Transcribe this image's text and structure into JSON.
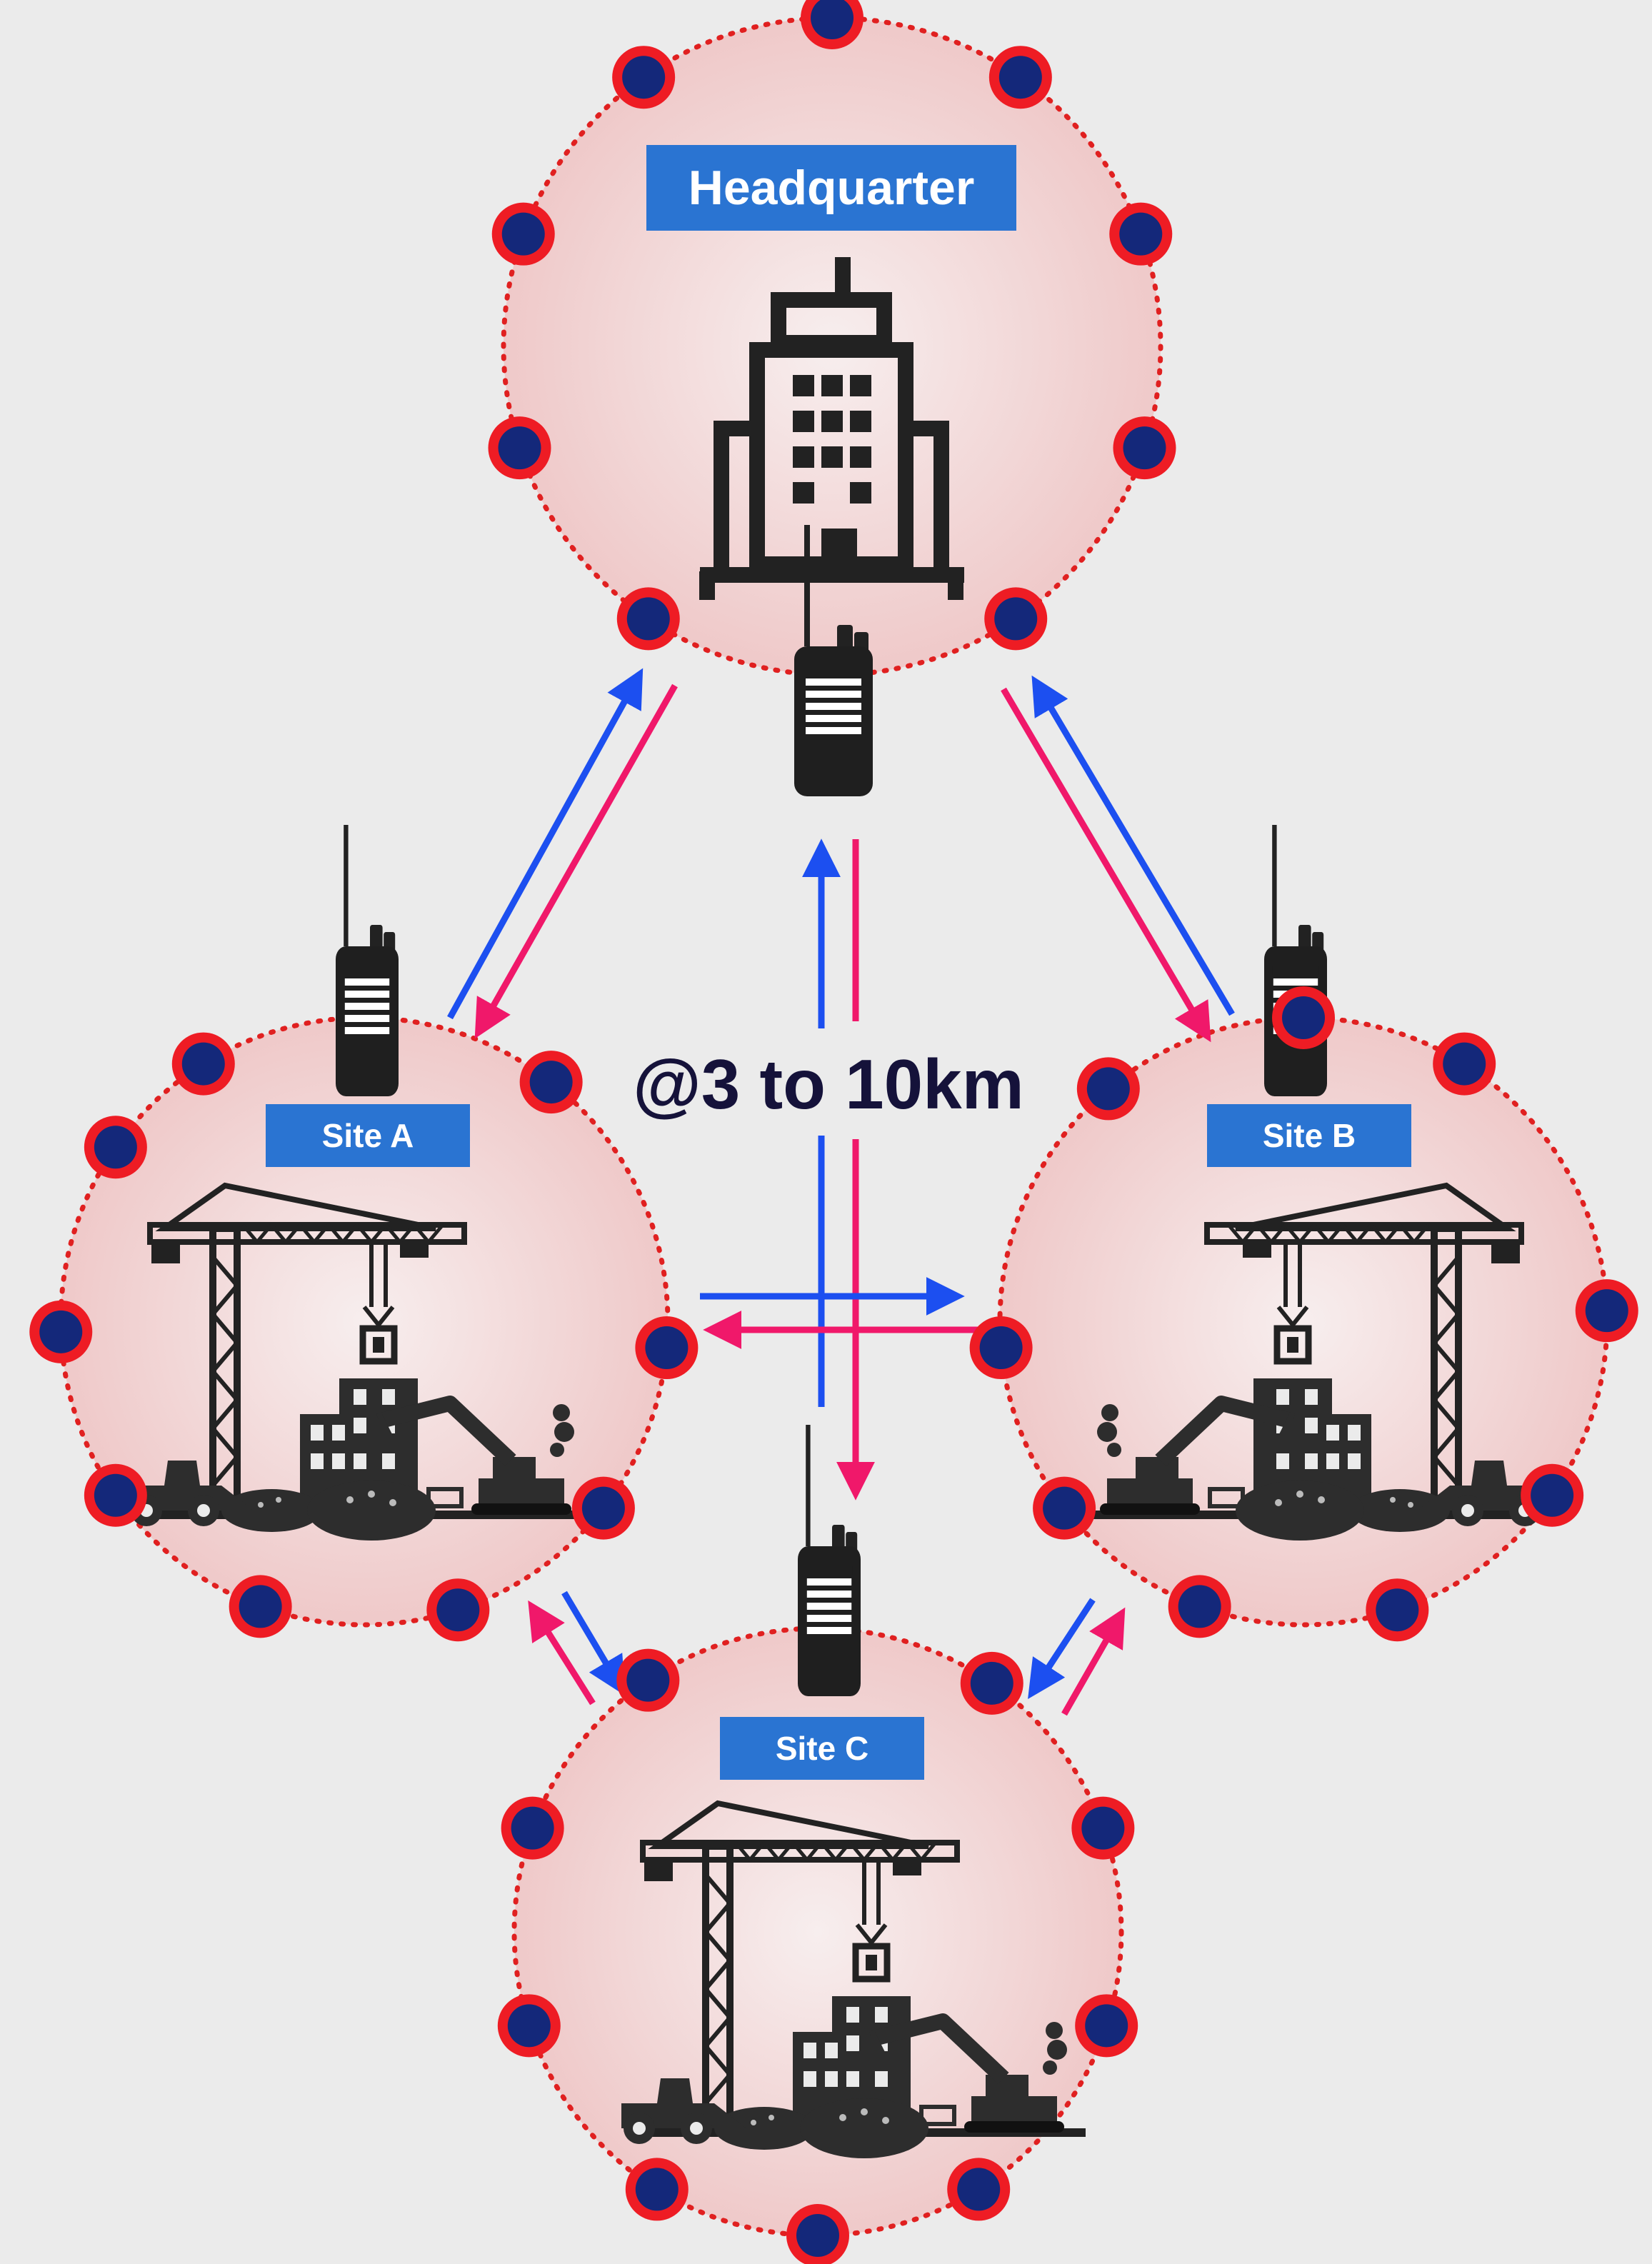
{
  "labels": {
    "headquarter": "Headquarter",
    "site_a": "Site A",
    "site_b": "Site B",
    "site_c": "Site C"
  },
  "distance_text": "@3 to 10km",
  "colors": {
    "background": "#ebebeb",
    "zone_fill": "#f1d3d3",
    "zone_border": "#e02020",
    "node_ring": "#ee1c24",
    "node_core": "#14287a",
    "label_fill": "#2a74d2",
    "arrow_blue": "#1c4ff0",
    "arrow_pink": "#f0186a",
    "icon": "#222222"
  },
  "icons": [
    "office-building-icon",
    "walkie-talkie-icon",
    "construction-site-icon",
    "tower-crane-icon",
    "excavator-icon",
    "wheel-loader-icon"
  ]
}
